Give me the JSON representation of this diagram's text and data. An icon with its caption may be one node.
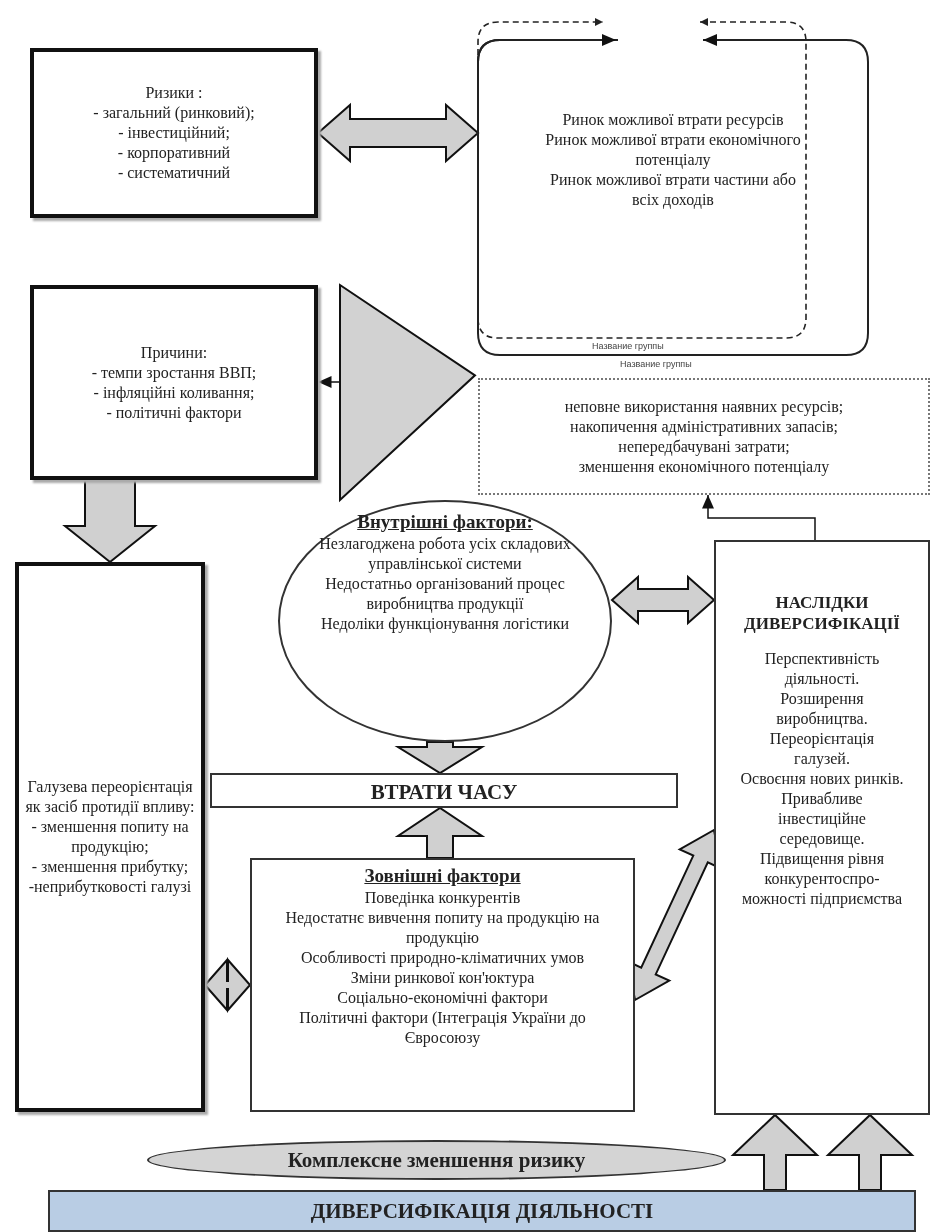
{
  "diagram": {
    "nodes": [
      {
        "text": [
          "Ризики :",
          "- загальний (ринковий);",
          "- інвестиційний;",
          "- корпоративний",
          "- систематичний"
        ]
      },
      {
        "text": [
          "Ринок можливої втрати ресурсів",
          "Ринок можливої втрати економічного потенціалу",
          "Ринок можливої втрати частини або всіх доходів"
        ]
      },
      {
        "text": [
          "Причини:",
          "- темпи зростання ВВП;",
          "- інфляційні коливання;",
          "- політичні фактори"
        ]
      },
      {
        "text": [],
        "shape": "triangle"
      },
      {
        "text": [
          "неповне використання наявних ресурсів;",
          "накопичення адміністративних запасів;",
          "непередбачувані затрати;",
          "зменшення економічного потенціалу"
        ]
      },
      {
        "text": [
          "Внутрішні фактори:",
          "Незлагоджена робота усіх складових управлінської системи",
          "Недостатньо організований процес виробництва продукції",
          "Недоліки функціонування логістики"
        ]
      },
      {
        "text": [
          "НАСЛІДКИ ДИВЕРСИФІКАЦІЇ",
          "Перспективність діяльності.",
          "Розширення виробництва.",
          "Переорієнтація галузей.",
          "Освоєння нових ринків.",
          "Привабливе інвестиційне середовище.",
          "Підвищення рівня конкурентоспро-можності підприємства"
        ]
      },
      {
        "text": [
          "Галузева переорієнтація як засіб протидії впливу:",
          "- зменшення попиту на продукцію;",
          "- зменшення прибутку;",
          "-неприбутковості галузі"
        ]
      },
      {
        "text": [
          "ВТРАТИ ЧАСУ"
        ]
      },
      {
        "text": [
          "Зовнішні фактори",
          "Поведінка конкурентів",
          "Недостатнє вивчення попиту на продукцію на продукцію",
          "Особливості природно-кліматичних умов",
          "Зміни ринкової кон'юктура",
          "Соціально-економічні фактори",
          "Політичні фактори  (Інтеграція України до Євросоюзу"
        ]
      },
      {
        "text": [
          "Комплексне зменшення ризику"
        ]
      },
      {
        "text": [
          "ДИВЕРСИФІКАЦІЯ ДІЯЛЬНОСТІ"
        ]
      }
    ],
    "edges": [
      {
        "from": 0,
        "to": 1,
        "arrow": "both"
      },
      {
        "from": 3,
        "to": 2,
        "arrow": "to"
      },
      {
        "from": 2,
        "to": 7,
        "arrow": "to"
      },
      {
        "from": 5,
        "to": 6,
        "arrow": "both"
      },
      {
        "from": 5,
        "to": 8,
        "arrow": "to"
      },
      {
        "from": 9,
        "to": 8,
        "arrow": "to"
      },
      {
        "from": 9,
        "to": 6,
        "arrow": "both"
      },
      {
        "from": 7,
        "to": 9,
        "arrow": "both"
      },
      {
        "from": 11,
        "to": 6,
        "arrow": "to"
      },
      {
        "from": 11,
        "to": 6,
        "arrow": "to"
      },
      {
        "from": 6,
        "to": 4,
        "arrow": "to"
      }
    ],
    "labels": [
      "Название группы",
      "Название группы"
    ]
  }
}
